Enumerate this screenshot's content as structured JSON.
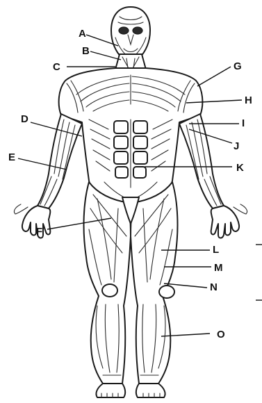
{
  "diagram": {
    "labels": {
      "A": "A",
      "B": "B",
      "C": "C",
      "D": "D",
      "E": "E",
      "F": "F",
      "G": "G",
      "H": "H",
      "I": "I",
      "J": "J",
      "K": "K",
      "L": "L",
      "M": "M",
      "N": "N",
      "O": "O"
    },
    "colors": {
      "ink": "#1a1a1a",
      "background": "#ffffff"
    }
  }
}
